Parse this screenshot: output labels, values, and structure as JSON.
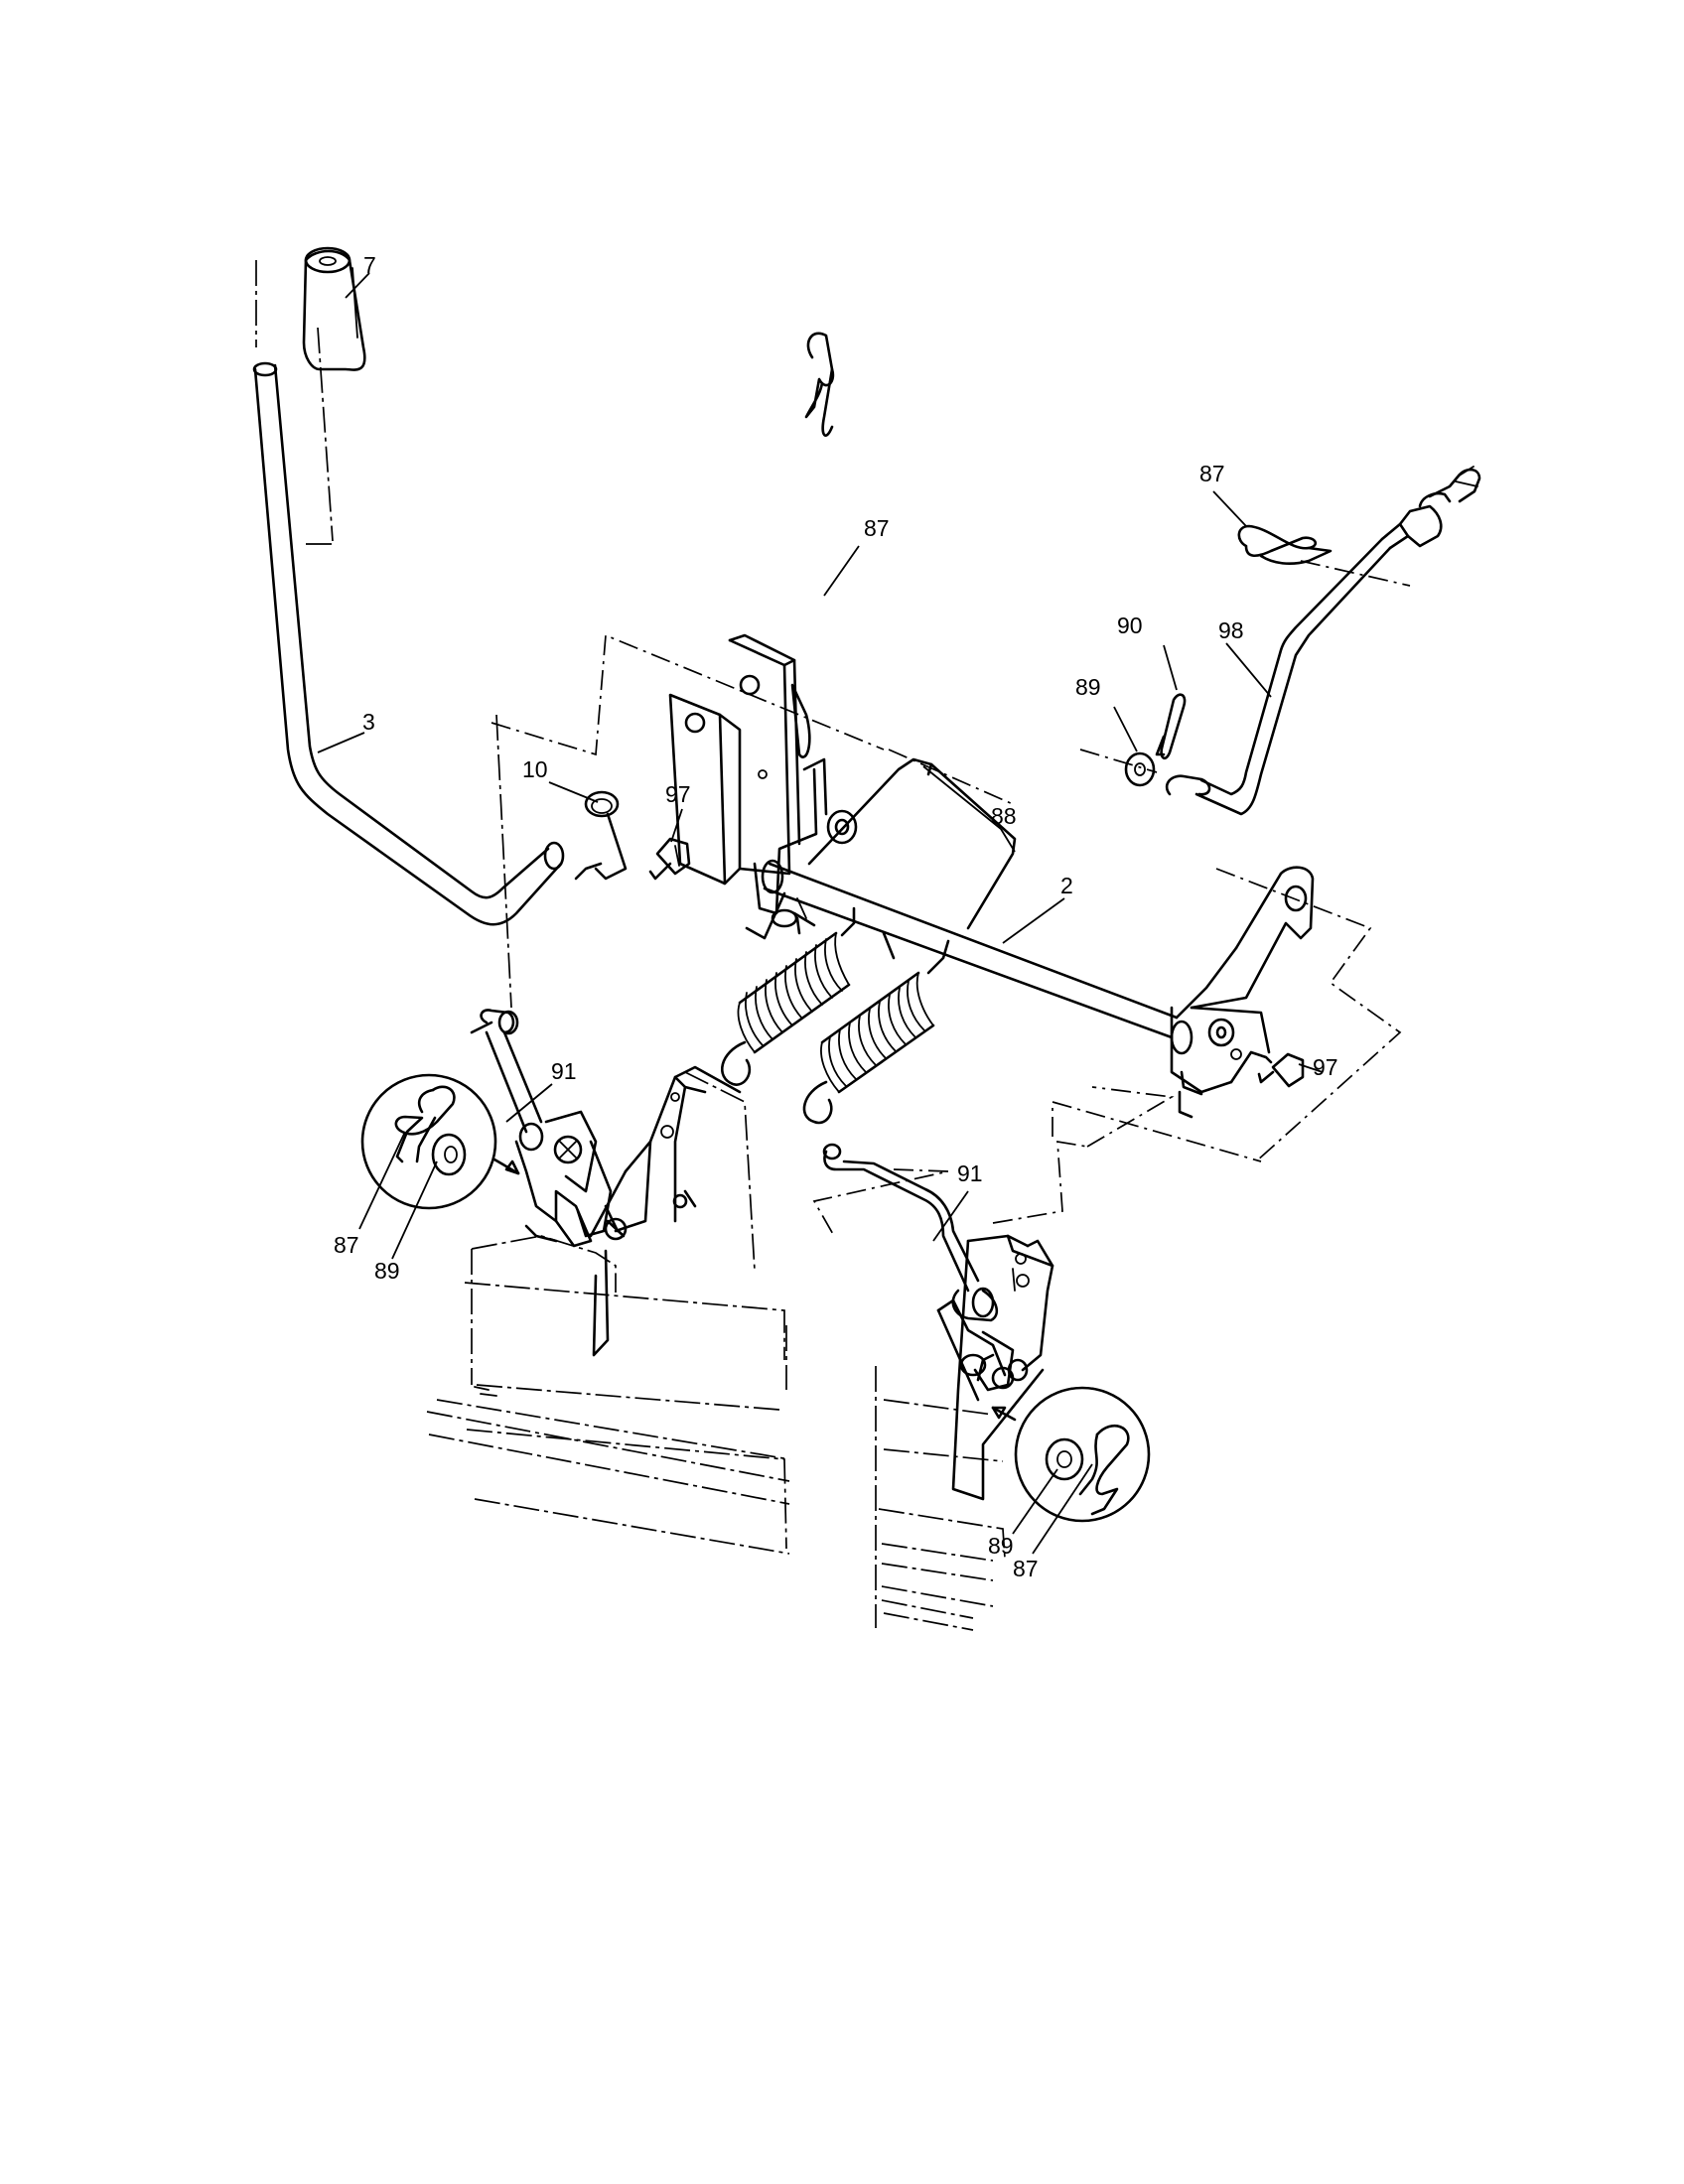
{
  "callouts": {
    "c7": "7",
    "c3": "3",
    "c10": "10",
    "c97_left": "97",
    "c87_top": "87",
    "c88": "88",
    "c2": "2",
    "c97_right": "97",
    "c87_right": "87",
    "c90": "90",
    "c98": "98",
    "c89_right": "89",
    "c91_left": "91",
    "c87_detail_left": "87",
    "c89_detail_left": "89",
    "c91_right": "91",
    "c89_detail_right": "89",
    "c87_detail_right": "87"
  }
}
